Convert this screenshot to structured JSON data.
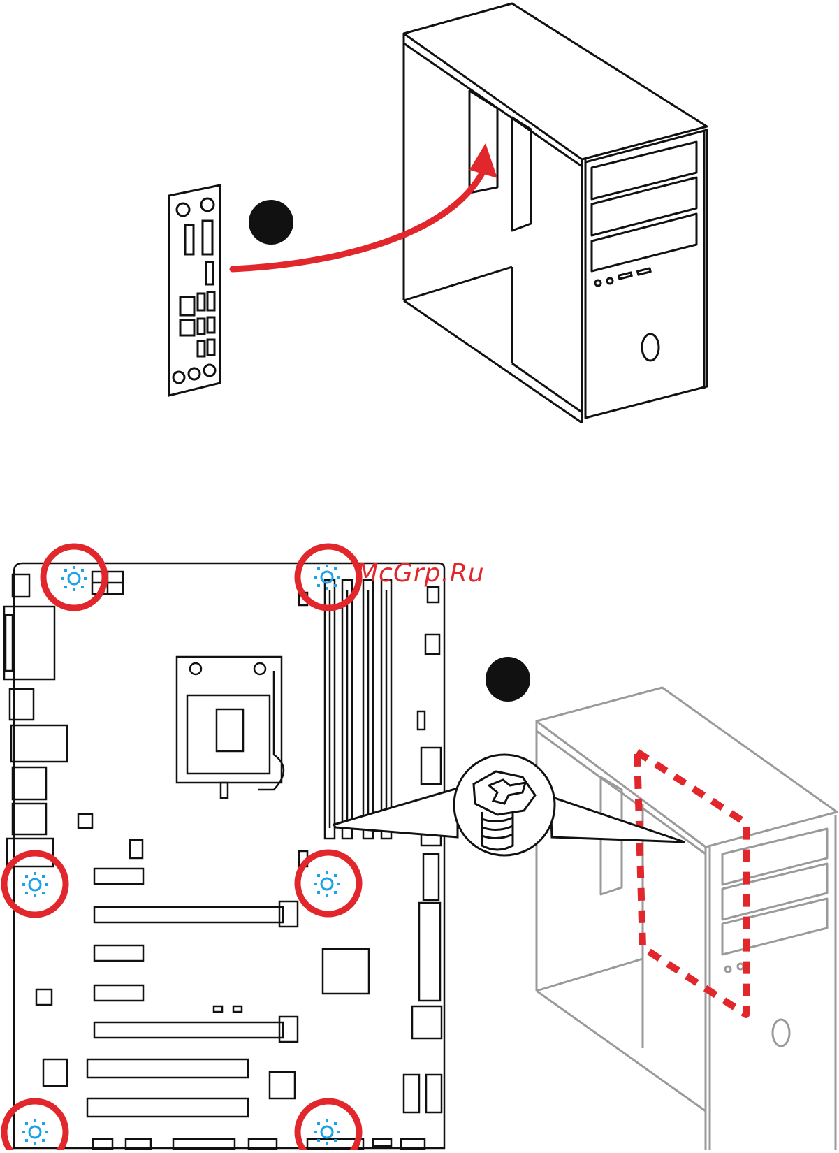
{
  "watermark": "McGrp.Ru",
  "steps": [
    {
      "id": "step-1",
      "label": ""
    },
    {
      "id": "step-2",
      "label": ""
    }
  ],
  "colors": {
    "line": "#111111",
    "highlight": "#e1262c",
    "standoff": "#1aa3e8",
    "case-faded": "#9a9a9a"
  },
  "icons": [
    "io-shield",
    "pc-case",
    "insert-arrow",
    "motherboard",
    "screw",
    "mount-hole-marker"
  ]
}
